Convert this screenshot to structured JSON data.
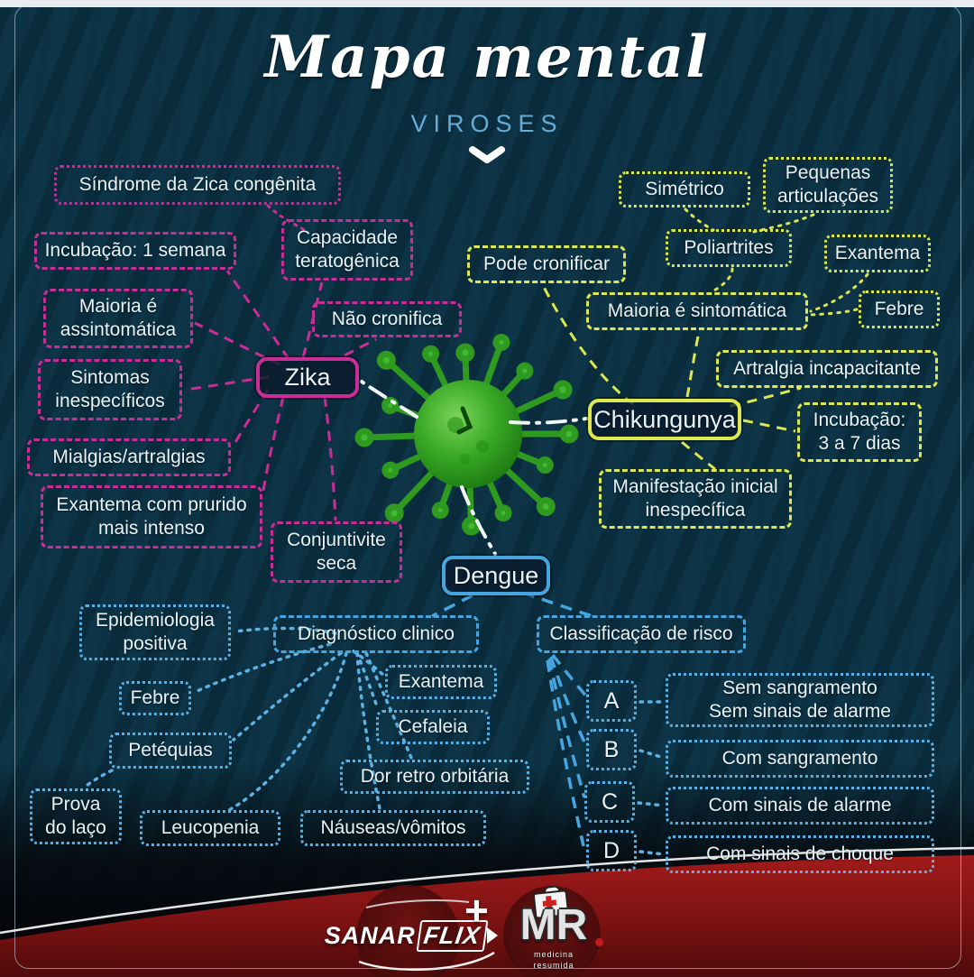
{
  "header": {
    "title": "Mapa mental",
    "subtitle": "VIROSES",
    "chevron_icon": "chevron-down-icon"
  },
  "colors": {
    "background": "#0d3547",
    "zika": "#cb2d96",
    "chikungunya": "#dde751",
    "dengue": "#46a5de",
    "dengue_light": "#5cb0e2",
    "text": "#e9f3f7",
    "virus_green": "#3aaa26",
    "footer_red": "#8e1515"
  },
  "zika": {
    "node": "Zika",
    "items": [
      "Síndrome da Zica congênita",
      "Incubação: 1 semana",
      "Capacidade teratogênica",
      "Maioria é assintomática",
      "Não cronifica",
      "Sintomas inespecíficos",
      "Mialgias/artralgias",
      "Exantema com prurido mais intenso",
      "Conjuntivite seca"
    ]
  },
  "chikungunya": {
    "node": "Chikungunya",
    "items": [
      "Simétrico",
      "Pequenas articulações",
      "Pode cronificar",
      "Poliartrites",
      "Exantema",
      "Maioria é sintomática",
      "Febre",
      "Artralgia incapacitante",
      "Incubação:\n3 a 7 dias",
      "Manifestação inicial inespecífica"
    ]
  },
  "dengue": {
    "node": "Dengue",
    "items": [
      "Diagnóstico clinico",
      "Classificação de risco",
      "Epidemiologia positiva",
      "Febre",
      "Exantema",
      "Cefaleia",
      "Petéquias",
      "Dor retro orbitária",
      "Prova do laço",
      "Leucopenia",
      "Náuseas/vômitos"
    ],
    "classification": [
      {
        "letter": "A",
        "desc": "Sem sangramento\nSem sinais de alarme"
      },
      {
        "letter": "B",
        "desc": "Com sangramento"
      },
      {
        "letter": "C",
        "desc": "Com sinais de alarme"
      },
      {
        "letter": "D",
        "desc": "Com sinais de choque"
      }
    ]
  },
  "footer": {
    "brand1_a": "SANAR",
    "brand1_b": "FLIX",
    "plus": "+",
    "brand2": "MR",
    "brand2_sub": "medicina\nresumida"
  }
}
